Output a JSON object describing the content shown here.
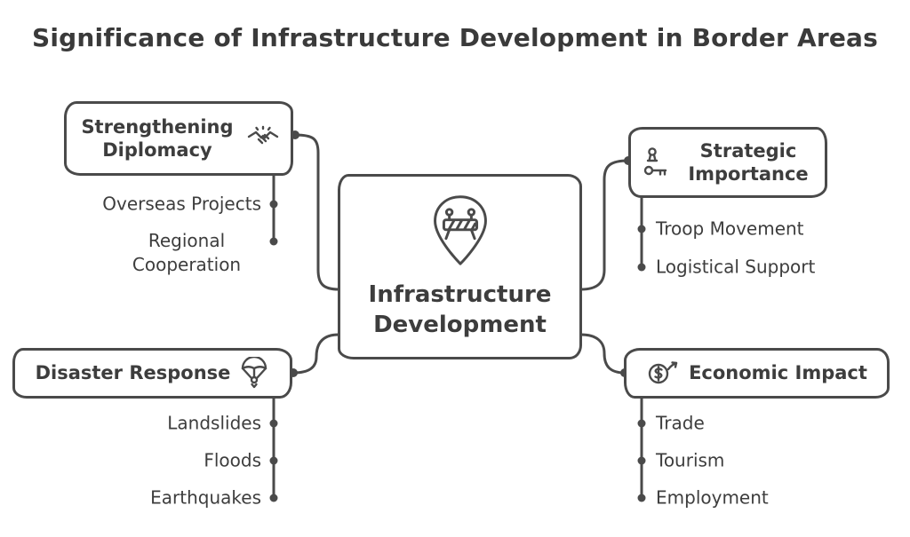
{
  "title": "Significance of Infrastructure Development in Border Areas",
  "center": {
    "label": "Infrastructure Development",
    "icon": "map-pin-construction-barrier"
  },
  "branches": [
    {
      "id": "diplomacy",
      "label": "Strengthening Diplomacy",
      "icon": "handshake-icon",
      "children": [
        "Overseas Projects",
        "Regional Cooperation"
      ]
    },
    {
      "id": "strategic",
      "label": "Strategic Importance",
      "icon": "chess-pawn-key-icon",
      "children": [
        "Troop Movement",
        "Logistical Support"
      ]
    },
    {
      "id": "disaster",
      "label": "Disaster Response",
      "icon": "parachute-icon",
      "children": [
        "Landslides",
        "Floods",
        "Earthquakes"
      ]
    },
    {
      "id": "economic",
      "label": "Economic Impact",
      "icon": "dollar-growth-icon",
      "children": [
        "Trade",
        "Tourism",
        "Employment"
      ]
    }
  ],
  "colors": {
    "stroke": "#4a4a4a",
    "text": "#3d3d3d",
    "background": "#ffffff"
  }
}
